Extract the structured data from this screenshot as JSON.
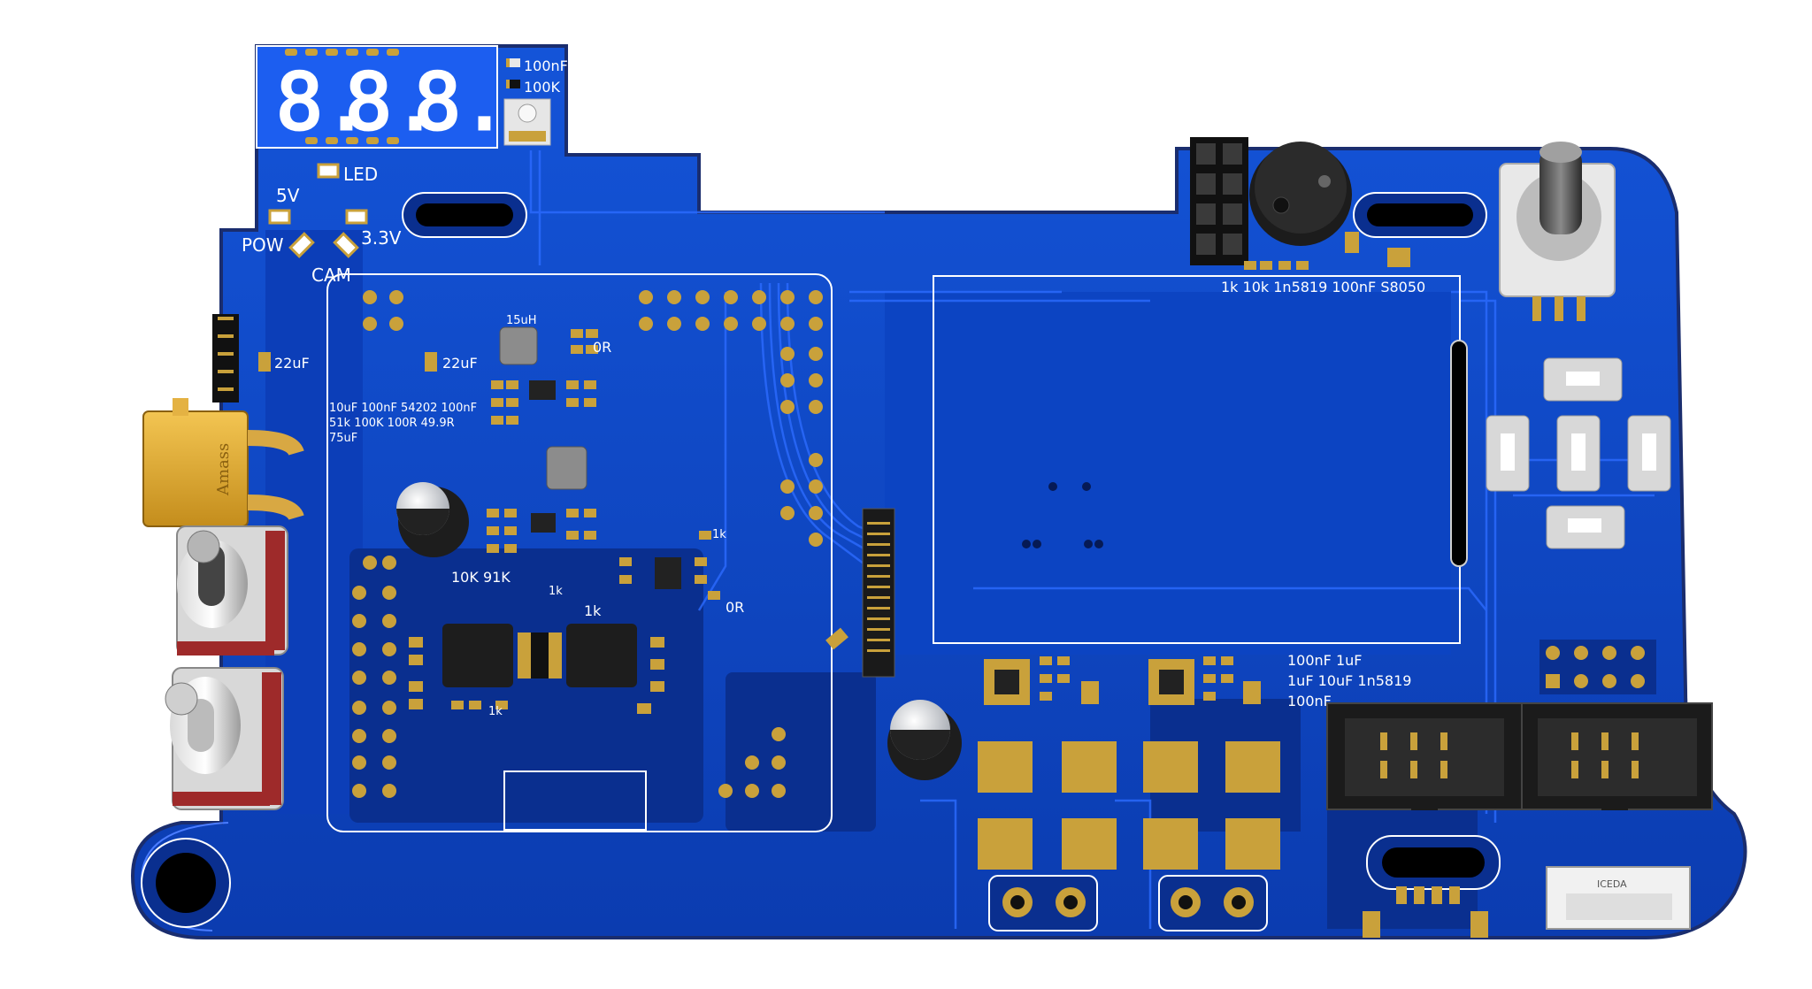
{
  "display": {
    "digits": [
      "8.",
      "8.",
      "8."
    ]
  },
  "silkscreen": {
    "cap_100nf_top": "100nF",
    "res_100k_top": "100K",
    "led": "LED",
    "v5": "5V",
    "pow": "POW",
    "v33": "3.3V",
    "cam": "CAM",
    "cap_22uf_left": "22uF",
    "cap_22uf_mid": "22uF",
    "inductor_15uh": "15uH",
    "res_0r_top": "0R",
    "bom_line1": "10uF 100nF 54202 100nF",
    "bom_line2": "51k 100K 100R 49.9R",
    "bom_line3": "75uF",
    "res_1k_a": "1k",
    "res_10k_91k": "10K 91K",
    "res_1k_b": "1k",
    "res_1k_c": "1k",
    "res_0r_mid": "0R",
    "res_1k_bottom": "1k",
    "buzzer_bom": "1k 10k 1n5819 100nF S8050",
    "driver_bom1": "100nF 1uF",
    "driver_bom2": "1uF 10uF 1n5819",
    "driver_bom3": "100nF",
    "xt_brand": "Amass",
    "jst_label": "ICEDA"
  },
  "colors": {
    "board": "#0d47c7",
    "board_dark": "#0a2f8f",
    "pad_gold": "#c9a13b",
    "silk": "#ffffff"
  }
}
